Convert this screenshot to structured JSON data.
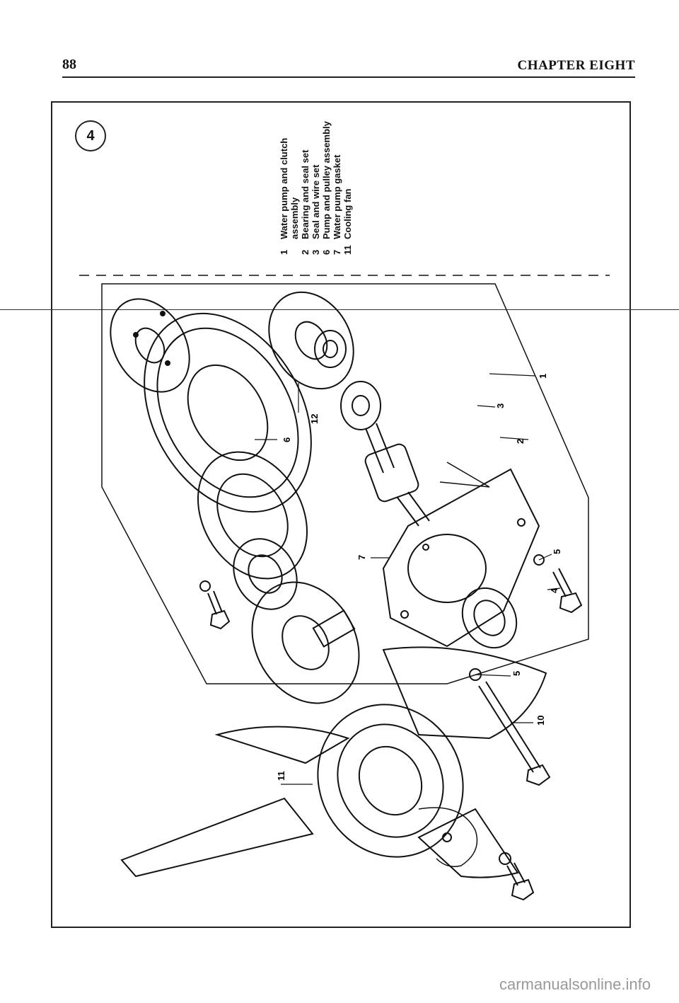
{
  "header": {
    "page_number": "88",
    "chapter_title": "CHAPTER EIGHT"
  },
  "figure": {
    "badge": "4",
    "legend": [
      {
        "num": "1",
        "text": "Water pump and clutch"
      },
      {
        "num": "",
        "text": "assembly"
      },
      {
        "num": "2",
        "text": "Bearing and seal set"
      },
      {
        "num": "3",
        "text": "Seal and wire set"
      },
      {
        "num": "6",
        "text": "Pump and pulley assembly"
      },
      {
        "num": "7",
        "text": "Water pump gasket"
      },
      {
        "num": "11",
        "text": "Cooling fan"
      }
    ],
    "callouts": {
      "c1": "1",
      "c2": "2",
      "c3": "3",
      "c4": "4",
      "c5a": "5",
      "c5b": "5",
      "c6": "6",
      "c7": "7",
      "c10": "10",
      "c11": "11",
      "c12": "12"
    }
  },
  "watermark": "carmanualsonline.info"
}
